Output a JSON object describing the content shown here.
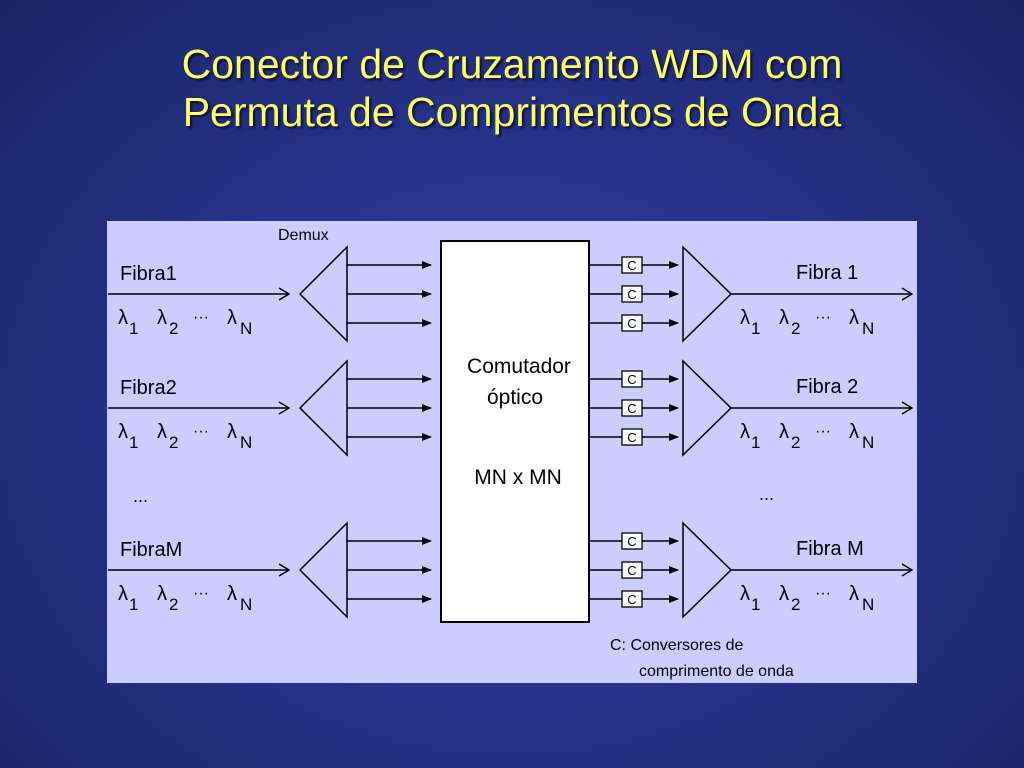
{
  "title": {
    "line1": "Conector de Cruzamento WDM com",
    "line2": "Permuta de Comprimentos de Onda"
  },
  "diagram": {
    "demux_label": "Demux",
    "switch_line1": "Comutador",
    "switch_line2": "óptico",
    "switch_line3": "MN x MN",
    "converter_label": "C",
    "inputs": [
      {
        "fiber": "Fibra1"
      },
      {
        "fiber": "Fibra2"
      },
      {
        "fiber": "FibraM"
      }
    ],
    "outputs": [
      {
        "fiber": "Fibra 1"
      },
      {
        "fiber": "Fibra 2"
      },
      {
        "fiber": "Fibra M"
      }
    ],
    "lambda": "λ",
    "sub1": "1",
    "sub2": "2",
    "subN": "N",
    "dots": "···",
    "ellipsis_left": "...",
    "ellipsis_right": "...",
    "legend_line1": "C: Conversores de",
    "legend_line2": "comprimento de onda"
  }
}
